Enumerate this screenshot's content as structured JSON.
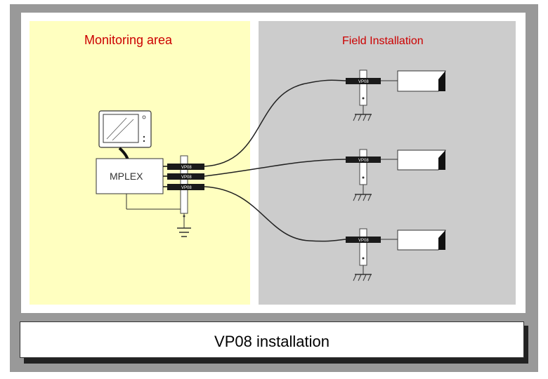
{
  "zones": {
    "monitoring": {
      "title": "Monitoring area",
      "color": "#ffffc0"
    },
    "field": {
      "title": "Field Installation",
      "color": "#cccccc"
    }
  },
  "devices": {
    "mplex_label": "MPLEX",
    "protector_label": "VP08"
  },
  "caption": "VP08 installation",
  "colors": {
    "title": "#cc0000",
    "frame": "#999999"
  }
}
